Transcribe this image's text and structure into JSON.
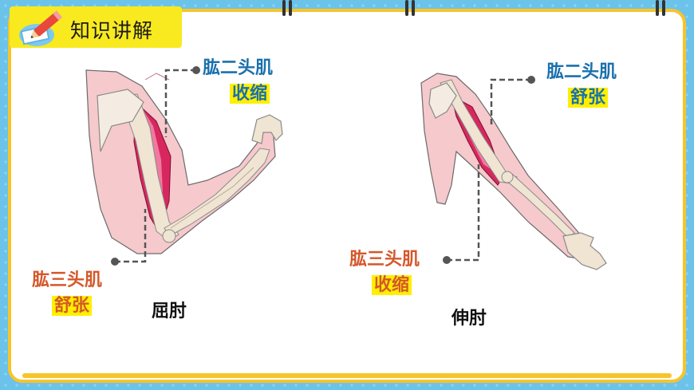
{
  "header": {
    "title": "知识讲解"
  },
  "left_figure": {
    "biceps": {
      "name": "肱二头肌",
      "state": "收缩"
    },
    "triceps": {
      "name": "肱三头肌",
      "state": "舒张"
    },
    "caption": "屈肘"
  },
  "right_figure": {
    "biceps": {
      "name": "肱二头肌",
      "state": "舒张"
    },
    "triceps": {
      "name": "肱三头肌",
      "state": "收缩"
    },
    "caption": "伸肘"
  },
  "colors": {
    "frame": "#f7c42b",
    "background": "#6cc3ea",
    "title_bar": "#f8ea1f",
    "biceps_text": "#1a71ad",
    "triceps_text": "#d4582b"
  }
}
